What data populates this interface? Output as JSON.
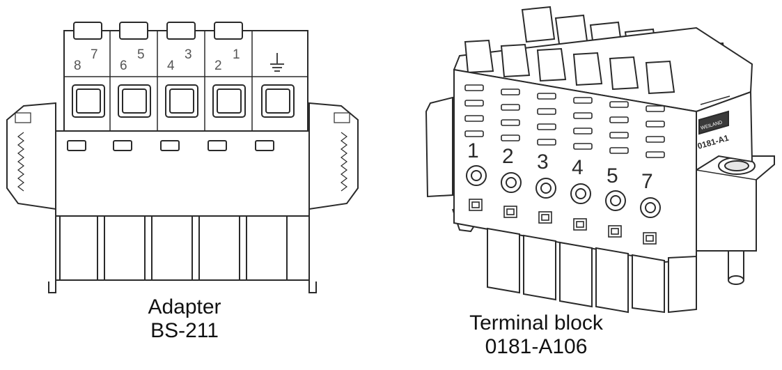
{
  "adapter": {
    "name": "Adapter",
    "model": "BS-211",
    "pin_labels": [
      "8",
      "7",
      "6",
      "5",
      "4",
      "3",
      "2",
      "1"
    ],
    "ground_symbol": "⏚"
  },
  "terminal_block": {
    "name": "Terminal block",
    "model": "0181-A106",
    "side_marking": "0181-A1",
    "brand_marking": "WEILAND",
    "pin_numbers": [
      "1",
      "2",
      "3",
      "4",
      "5",
      "7"
    ]
  },
  "colors": {
    "line": "#2a2a2a",
    "fill": "#ffffff",
    "shade": "#e6e6e6",
    "dark": "#3a3a3a"
  }
}
